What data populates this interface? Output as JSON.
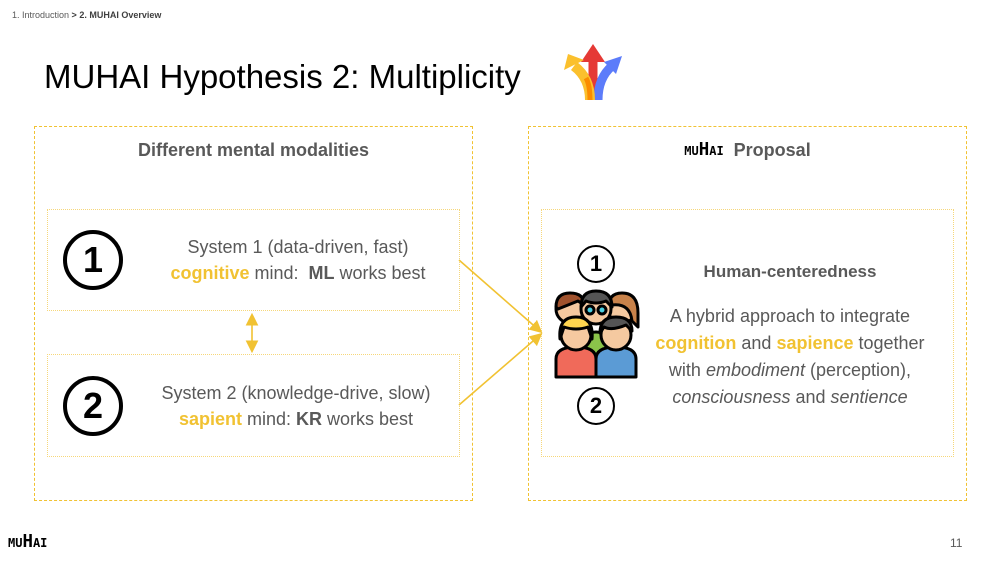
{
  "breadcrumb": {
    "parent": "1. Introduction",
    "separator": " > ",
    "current": "2. MUHAI Overview"
  },
  "title": "MUHAI Hypothesis 2: Multiplicity",
  "title_icon": "diverging-arrows-icon",
  "left_panel": {
    "header": "Different mental modalities",
    "systems": [
      {
        "number": "1",
        "line1": "System 1 (data-driven, fast)",
        "highlight": "cognitive",
        "mid": " mind:  ",
        "strong": "ML",
        "tail": " works best"
      },
      {
        "number": "2",
        "line1": "System 2 (knowledge-drive, slow)",
        "highlight": "sapient",
        "mid": " mind: ",
        "strong": "KR",
        "tail": " works best"
      }
    ]
  },
  "right_panel": {
    "logo_prefix": "MU",
    "logo_h": "H",
    "logo_suffix": "AI",
    "header": "Proposal",
    "num_top": "1",
    "num_bottom": "2",
    "title": "Human-centeredness",
    "body": {
      "l1": "A hybrid approach to integrate",
      "hl1": "cognition",
      "and1": " and ",
      "hl2": "sapience",
      "together": " together",
      "with": "with ",
      "embodiment": "embodiment",
      "perception": " (perception),",
      "consciousness": "consciousness",
      "and2": " and ",
      "sentience": "sentience"
    }
  },
  "footer": {
    "logo_prefix": "MU",
    "logo_h": "H",
    "logo_suffix": "AI",
    "page_number": "11"
  },
  "colors": {
    "accent": "#f1c232",
    "text": "#595959",
    "border_light": "#f6d77a"
  }
}
